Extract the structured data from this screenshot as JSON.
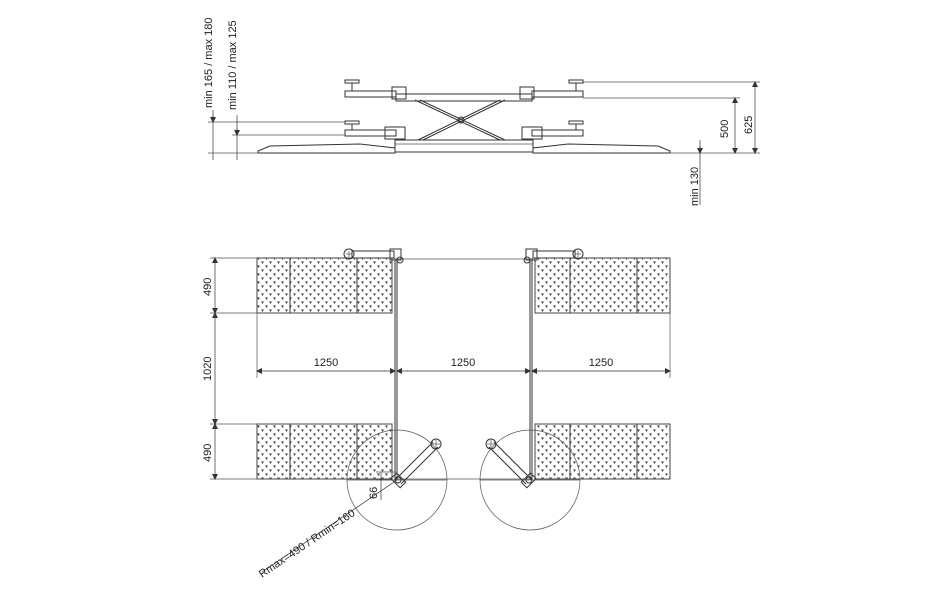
{
  "dimensions": {
    "side_view": {
      "left_outer": "min 165 / max 180",
      "left_inner": "min 110 / max 125",
      "right_inner": "500",
      "right_outer": "625",
      "below": "min 130"
    },
    "top_view": {
      "pad_width_top": "490",
      "gap_between_pads": "1020",
      "pad_width_bottom": "490",
      "length_left": "1250",
      "length_middle": "1250",
      "length_right": "1250",
      "arm_offset": "66",
      "radius": "Rmax=490 / Rmin=160"
    }
  }
}
